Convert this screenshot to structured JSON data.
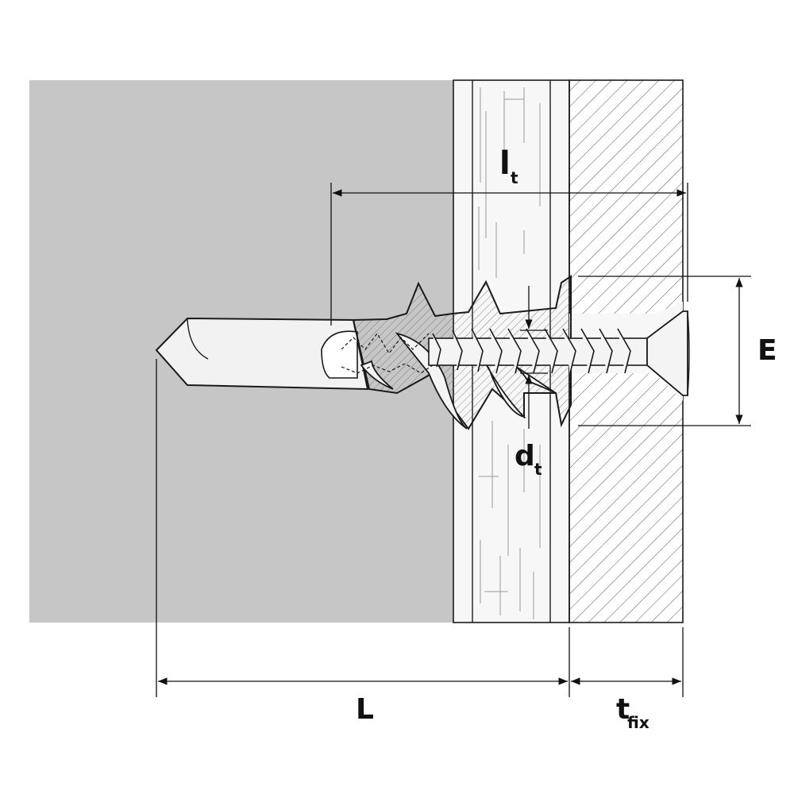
{
  "colors": {
    "background": "#ffffff",
    "base_material": "#c6c6c6",
    "panel": "#f7f7f7",
    "outline": "#1a1a1a",
    "hatch": "#555555",
    "grain": "#9a9a9a"
  },
  "labels": {
    "lt_main": "l",
    "lt_sub": "t",
    "dt_main": "d",
    "dt_sub": "t",
    "E": "E",
    "L": "L",
    "tfix_main": "t",
    "tfix_sub": "fix"
  }
}
